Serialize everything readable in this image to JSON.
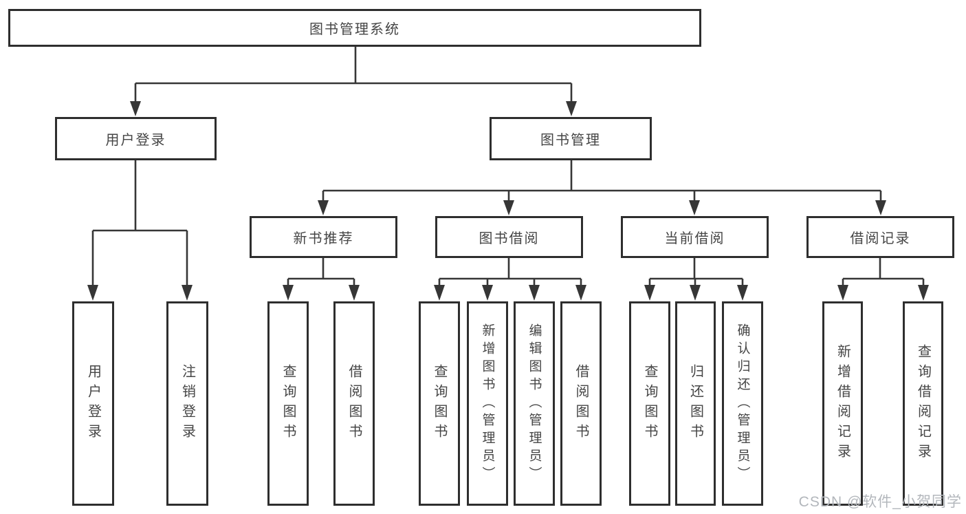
{
  "tree": {
    "root": {
      "label": "图书管理系统"
    },
    "user_login": {
      "label": "用户登录",
      "children": [
        {
          "label": "用户登录"
        },
        {
          "label": "注销登录"
        }
      ]
    },
    "book_management": {
      "label": "图书管理",
      "sections": [
        {
          "label": "新书推荐",
          "children": [
            {
              "label": "查询图书"
            },
            {
              "label": "借阅图书"
            }
          ]
        },
        {
          "label": "图书借阅",
          "children": [
            {
              "label": "查询图书"
            },
            {
              "label": "新增图书（管理员）"
            },
            {
              "label": "编辑图书（管理员）"
            },
            {
              "label": "借阅图书"
            }
          ]
        },
        {
          "label": "当前借阅",
          "children": [
            {
              "label": "查询图书"
            },
            {
              "label": "归还图书"
            },
            {
              "label": "确认归还（管理员）"
            }
          ]
        },
        {
          "label": "借阅记录",
          "children": [
            {
              "label": "新增借阅记录"
            },
            {
              "label": "查询借阅记录"
            }
          ]
        }
      ]
    }
  },
  "watermark": "CSDN @软件_小贺同学",
  "colors": {
    "line": "#363636",
    "border": "#2e2e2e",
    "text": "#454545",
    "watermark": "#b3b7bc",
    "background": "#ffffff"
  }
}
